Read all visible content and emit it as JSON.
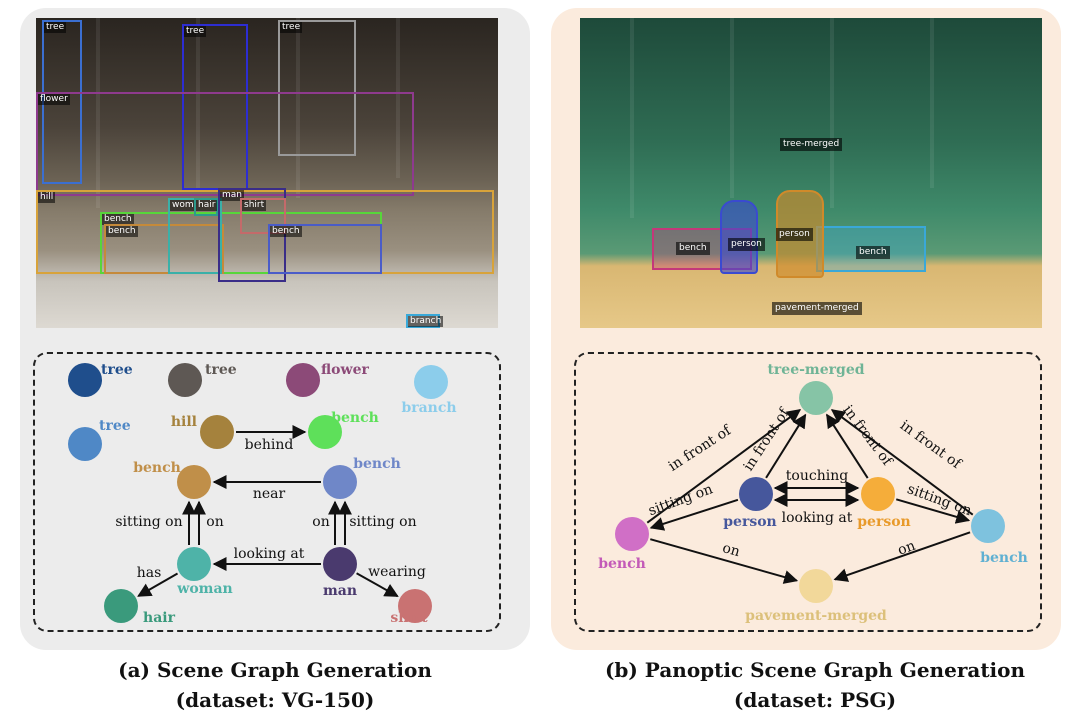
{
  "panel_a": {
    "boxes": [
      {
        "label": "tree",
        "color": "#3b6fd1"
      },
      {
        "label": "tree",
        "color": "#2d2dd2"
      },
      {
        "label": "tree",
        "color": "#9a9a9a"
      },
      {
        "label": "flower",
        "color": "#8e3a8e"
      },
      {
        "label": "hill",
        "color": "#d8a33a"
      },
      {
        "label": "bench",
        "color": "#57d63a"
      },
      {
        "label": "bench",
        "color": "#c58a3a"
      },
      {
        "label": "wom",
        "color": "#3ab0a8"
      },
      {
        "label": "hair",
        "color": "#2e9a8c"
      },
      {
        "label": "man",
        "color": "#3a2d88"
      },
      {
        "label": "shirt",
        "color": "#c46a6a"
      },
      {
        "label": "bench",
        "color": "#4a5cc8"
      },
      {
        "label": "branch",
        "color": "#39a9d9"
      }
    ],
    "graph": {
      "nodes": [
        {
          "id": "tree1",
          "label": "tree",
          "color": "#1f4e8c"
        },
        {
          "id": "tree2",
          "label": "tree",
          "color": "#5e5854"
        },
        {
          "id": "flower",
          "label": "flower",
          "color": "#8c4a78"
        },
        {
          "id": "branch",
          "label": "branch",
          "color": "#8ccdeb"
        },
        {
          "id": "tree3",
          "label": "tree",
          "color": "#4f88c6"
        },
        {
          "id": "hill",
          "label": "hill",
          "color": "#a5823d"
        },
        {
          "id": "bench1",
          "label": "bench",
          "color": "#5ee05a"
        },
        {
          "id": "bench2",
          "label": "bench",
          "color": "#c08f49"
        },
        {
          "id": "bench3",
          "label": "bench",
          "color": "#6f87c8"
        },
        {
          "id": "woman",
          "label": "woman",
          "color": "#4eb3a8"
        },
        {
          "id": "man",
          "label": "man",
          "color": "#4a3a6e"
        },
        {
          "id": "hair",
          "label": "hair",
          "color": "#3a9a7c"
        },
        {
          "id": "shirt",
          "label": "shirt",
          "color": "#c97272"
        }
      ],
      "edges": [
        {
          "label": "behind"
        },
        {
          "label": "near"
        },
        {
          "label": "sitting on"
        },
        {
          "label": "on"
        },
        {
          "label": "on"
        },
        {
          "label": "sitting on"
        },
        {
          "label": "looking at"
        },
        {
          "label": "has"
        },
        {
          "label": "wearing"
        }
      ]
    },
    "caption_line1": "(a) Scene Graph Generation",
    "caption_line2": "(dataset: VG-150)"
  },
  "panel_b": {
    "segments": [
      {
        "label": "tree-merged"
      },
      {
        "label": "bench",
        "color": "#c4387a"
      },
      {
        "label": "person",
        "color": "#3a4ad0"
      },
      {
        "label": "person",
        "color": "#d08a2a"
      },
      {
        "label": "bench",
        "color": "#3aa8d8"
      },
      {
        "label": "pavement-merged"
      }
    ],
    "graph": {
      "nodes": [
        {
          "id": "tree",
          "label": "tree-merged",
          "color": "#86c4a6"
        },
        {
          "id": "person1",
          "label": "person",
          "color": "#46579c"
        },
        {
          "id": "person2",
          "label": "person",
          "color": "#f5ad3a"
        },
        {
          "id": "bench1",
          "label": "bench",
          "color": "#d06fc6"
        },
        {
          "id": "bench2",
          "label": "bench",
          "color": "#7ec2de"
        },
        {
          "id": "pavement",
          "label": "pavement-merged",
          "color": "#f2d89a"
        }
      ],
      "label_colors": {
        "tree": "#6fb496",
        "person1": "#46579c",
        "person2": "#e89a2a",
        "bench1": "#c35ab8",
        "bench2": "#5fb0d2",
        "pavement": "#dcc07a"
      },
      "edges": [
        {
          "label": "in front of"
        },
        {
          "label": "in front of"
        },
        {
          "label": "in front of"
        },
        {
          "label": "in front of"
        },
        {
          "label": "touching"
        },
        {
          "label": "looking at"
        },
        {
          "label": "sitting on"
        },
        {
          "label": "sitting on"
        },
        {
          "label": "on"
        },
        {
          "label": "on"
        }
      ]
    },
    "caption_line1": "(b) Panoptic Scene Graph Generation",
    "caption_line2": "(dataset: PSG)"
  }
}
